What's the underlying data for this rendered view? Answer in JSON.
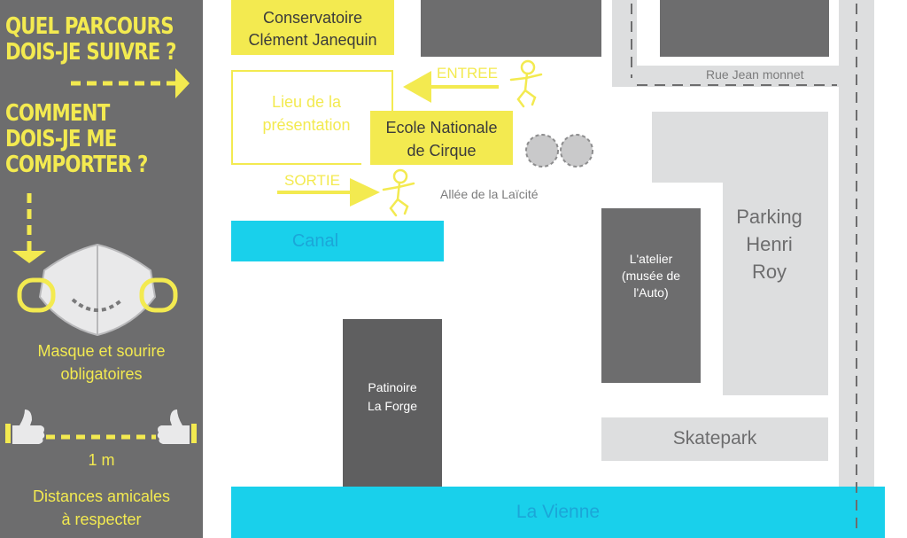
{
  "sidebar": {
    "question_route": [
      "QUEL PARCOURS",
      "DOIS-JE SUIVRE ?"
    ],
    "question_behave": [
      "COMMENT",
      "DOIS-JE ME",
      "COMPORTER ?"
    ],
    "mask_text": [
      "Masque et sourire",
      "obligatoires"
    ],
    "distance_value": "1 m",
    "distance_text": [
      "Distances amicales",
      "à respecter"
    ]
  },
  "map": {
    "conservatoire": [
      "Conservatoire",
      "Clément Janequin"
    ],
    "lieu": [
      "Lieu de la",
      "présentation"
    ],
    "ecole": [
      "Ecole Nationale",
      "de Cirque"
    ],
    "entree": "ENTREE",
    "sortie": "SORTIE",
    "allee": "Allée de la Laïcité",
    "rue": "Rue Jean monnet",
    "canal": "Canal",
    "parking": [
      "Parking",
      "Henri",
      "Roy"
    ],
    "atelier": [
      "L'atelier",
      "(musée de",
      "l'Auto)"
    ],
    "patinoire": [
      "Patinoire",
      "La Forge"
    ],
    "skatepark": "Skatepark",
    "vienne": "La Vienne"
  },
  "colors": {
    "yellow": "#f3ea50",
    "dark_gray": "#6d6d6e",
    "light_gray": "#dddedf",
    "water": "#19d0eb"
  },
  "icons": [
    "dashed-arrow-right-icon",
    "dashed-arrow-down-icon",
    "face-mask-icon",
    "thumbs-up-icon",
    "stick-figure-icon",
    "tree-icon"
  ]
}
